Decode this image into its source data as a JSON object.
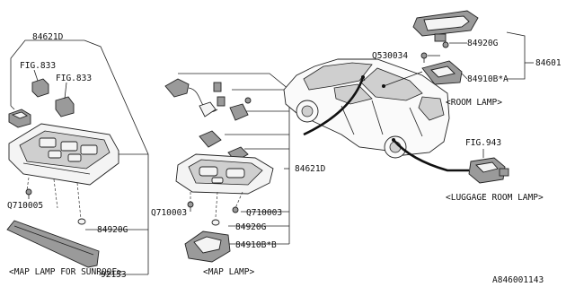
{
  "diagram": {
    "sunroof_group": {
      "part_84621D": "84621D",
      "fig_833_a": "FIG.833",
      "fig_833_b": "FIG.833",
      "part_Q710005": "Q710005",
      "part_84920G": "84920G",
      "part_92153": "92153",
      "caption": "<MAP LAMP FOR SUNROOF>"
    },
    "map_lamp_group": {
      "part_84621D": "84621D",
      "part_Q710003_left": "Q710003",
      "part_Q710003_right": "Q710003",
      "part_84920G": "84920G",
      "part_84910B_B": "84910B*B",
      "caption": "<MAP LAMP>"
    },
    "room_lamp_group": {
      "part_Q530034": "Q530034",
      "part_84920G": "84920G",
      "part_84910B_A": "84910B*A",
      "part_84601": "84601",
      "caption": "<ROOM LAMP>"
    },
    "luggage_group": {
      "fig_943": "FIG.943",
      "caption": "<LUGGAGE ROOM LAMP>"
    },
    "diagram_id": "A846001143"
  }
}
